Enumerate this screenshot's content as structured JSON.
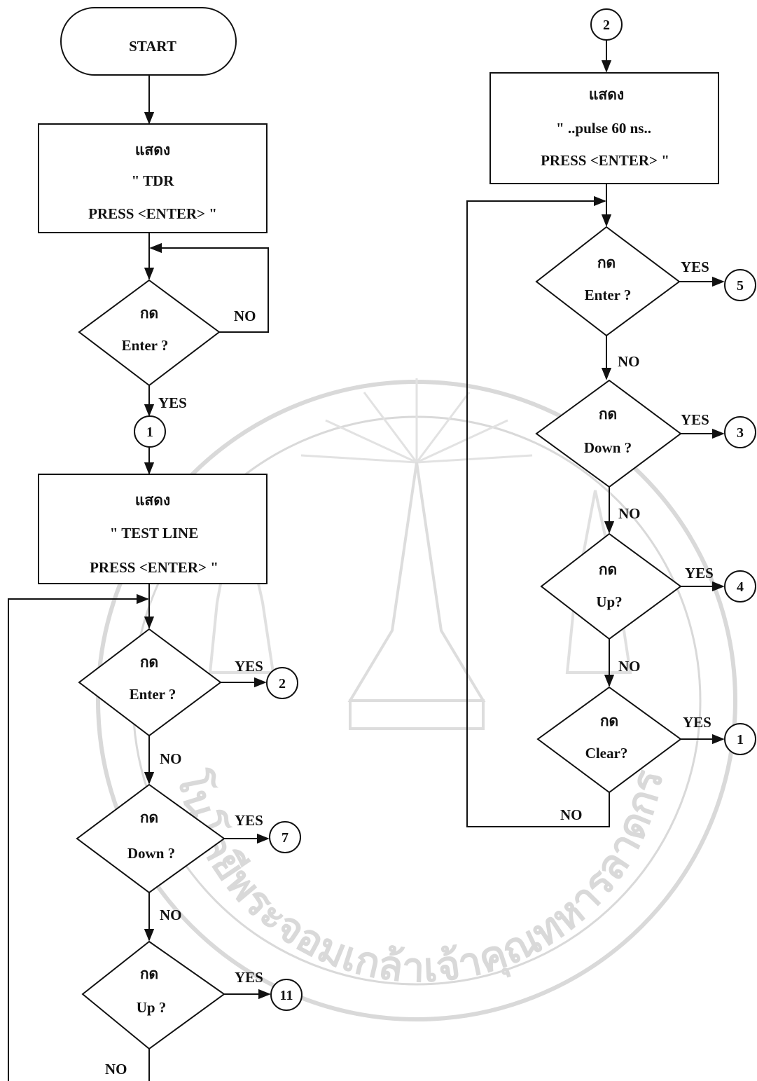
{
  "watermark": {
    "seal_text": "เทคโนโลยีพระจอมเกล้าเจ้าคุณทหารลาดกระบัง"
  },
  "left": {
    "start": "START",
    "box1": {
      "title": "แสดง",
      "line1": "\" TDR",
      "line2": "PRESS <ENTER> \""
    },
    "d1": {
      "title": "กด",
      "label": "Enter ?",
      "no": "NO",
      "yes": "YES"
    },
    "conn1": "1",
    "box2": {
      "title": "แสดง",
      "line1": "\" TEST LINE",
      "line2": "PRESS <ENTER> \""
    },
    "d2": {
      "title": "กด",
      "label": "Enter ?",
      "yes": "YES",
      "conn": "2",
      "no": "NO"
    },
    "d3": {
      "title": "กด",
      "label": "Down ?",
      "yes": "YES",
      "conn": "7",
      "no": "NO"
    },
    "d4": {
      "title": "กด",
      "label": "Up ?",
      "yes": "YES",
      "conn": "11",
      "no": "NO"
    }
  },
  "right": {
    "conn_top": "2",
    "box": {
      "title": "แสดง",
      "line1": "\" ..pulse 60 ns..",
      "line2": "PRESS <ENTER> \""
    },
    "d1": {
      "title": "กด",
      "label": "Enter ?",
      "yes": "YES",
      "conn": "5",
      "no": "NO"
    },
    "d2": {
      "title": "กด",
      "label": "Down ?",
      "yes": "YES",
      "conn": "3",
      "no": "NO"
    },
    "d3": {
      "title": "กด",
      "label": "Up?",
      "yes": "YES",
      "conn": "4",
      "no": "NO"
    },
    "d4": {
      "title": "กด",
      "label": "Clear?",
      "yes": "YES",
      "conn": "1",
      "no": "NO"
    }
  }
}
